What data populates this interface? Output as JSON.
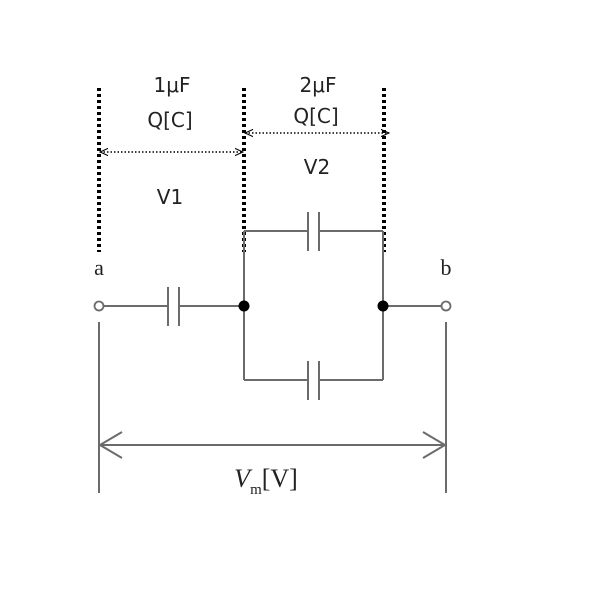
{
  "labels": {
    "cap1_value": "1μF",
    "cap1_charge": "Q[C]",
    "cap2_value": "2μF",
    "cap2_charge": "Q[C]",
    "v1": "V1",
    "v2": "V2",
    "terminal_a": "a",
    "terminal_b": "b",
    "vm_symbol": "V",
    "vm_subscript": "m",
    "vm_unit": "[V]"
  }
}
